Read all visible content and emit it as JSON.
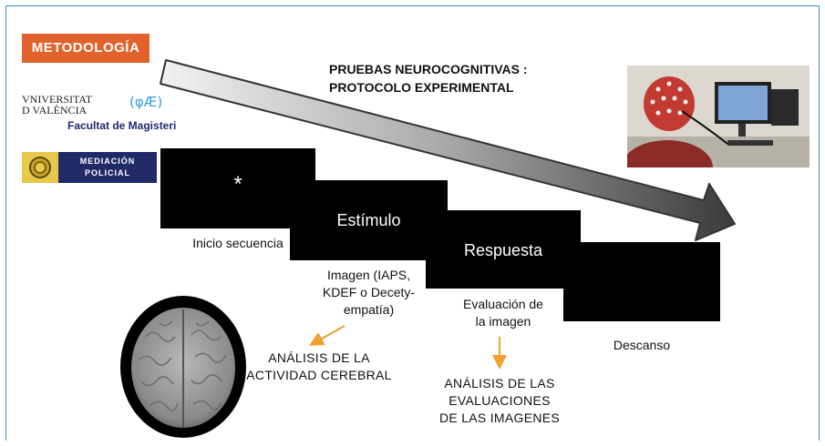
{
  "badge": "METODOLOGÍA",
  "title": {
    "line1": "PRUEBAS NEUROCOGNITIVAS :",
    "line2": "PROTOCOLO EXPERIMENTAL"
  },
  "logos": {
    "uv_line1": "VNIVERSITAT",
    "uv_line2": "D VALÈNCIA",
    "uv_symbol": "(φÆ)",
    "uv_faculty": "Facultat de Magisteri",
    "mp_line1": "MEDIACIÓN",
    "mp_line2": "POLICIAL"
  },
  "steps": [
    {
      "screen_text": "*",
      "caption": "Inicio  secuencia"
    },
    {
      "screen_text": "Estímulo",
      "caption": [
        "Imagen (IAPS,",
        "KDEF o Decety-",
        "empatía)"
      ]
    },
    {
      "screen_text": "Respuesta",
      "caption": [
        "Evaluación de",
        "la imagen"
      ]
    },
    {
      "screen_text": "",
      "caption": "Descanso"
    }
  ],
  "analysis_brain": [
    "ANÁLISIS DE LA",
    "ACTIVIDAD CEREBRAL"
  ],
  "analysis_eval": [
    "ANÁLISIS DE LAS",
    "EVALUACIONES",
    "DE LAS IMAGENES"
  ],
  "colors": {
    "accent_orange": "#e1622a",
    "arrow_orange": "#f0a030",
    "frame_blue": "#3b8ec9",
    "navy": "#1f2a66"
  }
}
